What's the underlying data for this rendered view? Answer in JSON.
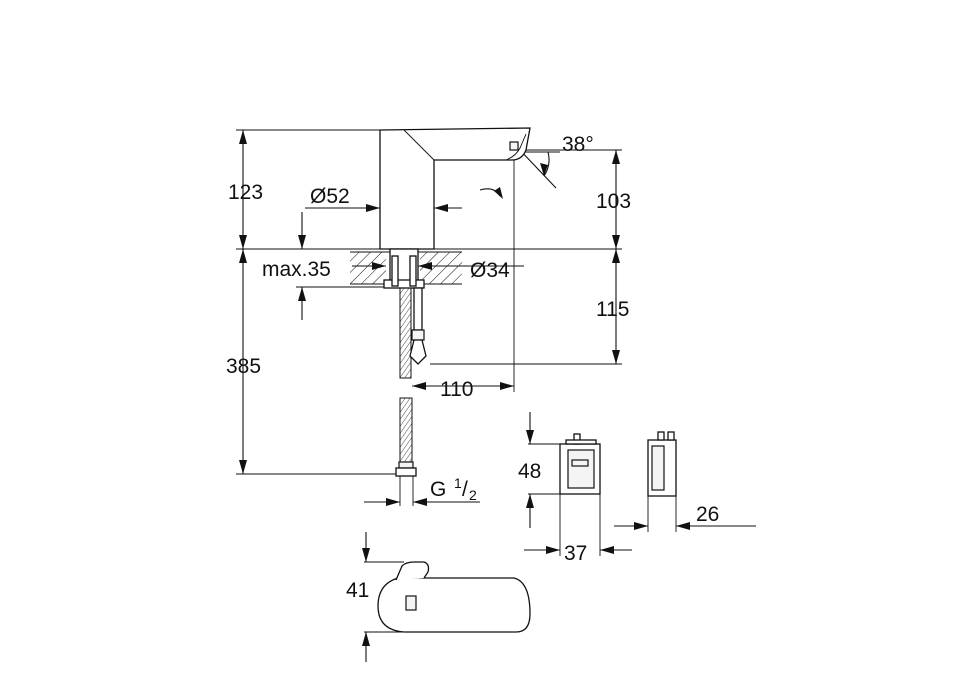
{
  "dimensions": {
    "height_above_deck": "123",
    "spout_diameter": "Ø52",
    "spray_angle": "38°",
    "outlet_height": "103",
    "max_deck_thickness": "max.35",
    "mounting_hole": "Ø34",
    "deck_to_hose_end": "115",
    "total_hose_length": "385",
    "projection": "110",
    "box_height": "48",
    "box_width": "37",
    "box_depth": "26",
    "cover_height": "41"
  },
  "thread": {
    "prefix": "G ",
    "numerator": "1",
    "slash": "/",
    "denominator": "2"
  }
}
